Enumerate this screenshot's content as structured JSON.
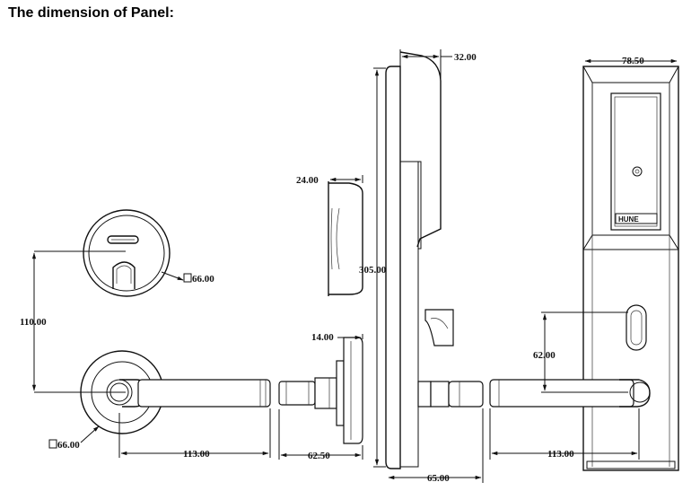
{
  "title": "The dimension of Panel:",
  "dimensions": {
    "top_thickness": "32.00",
    "width": "78.50",
    "knob_depth": "24.00",
    "height": "305.00",
    "rose_diameter": "66.00",
    "knob_to_lever": "110.00",
    "rose_thickness": "14.00",
    "lever_rose_diameter": "66.00",
    "lever_length_front": "113.00",
    "neck_length": "62.50",
    "total_depth": "65.00",
    "keyhole_to_lever": "62.00",
    "lever_length_back": "113.00"
  },
  "card_brand": "HUNE"
}
